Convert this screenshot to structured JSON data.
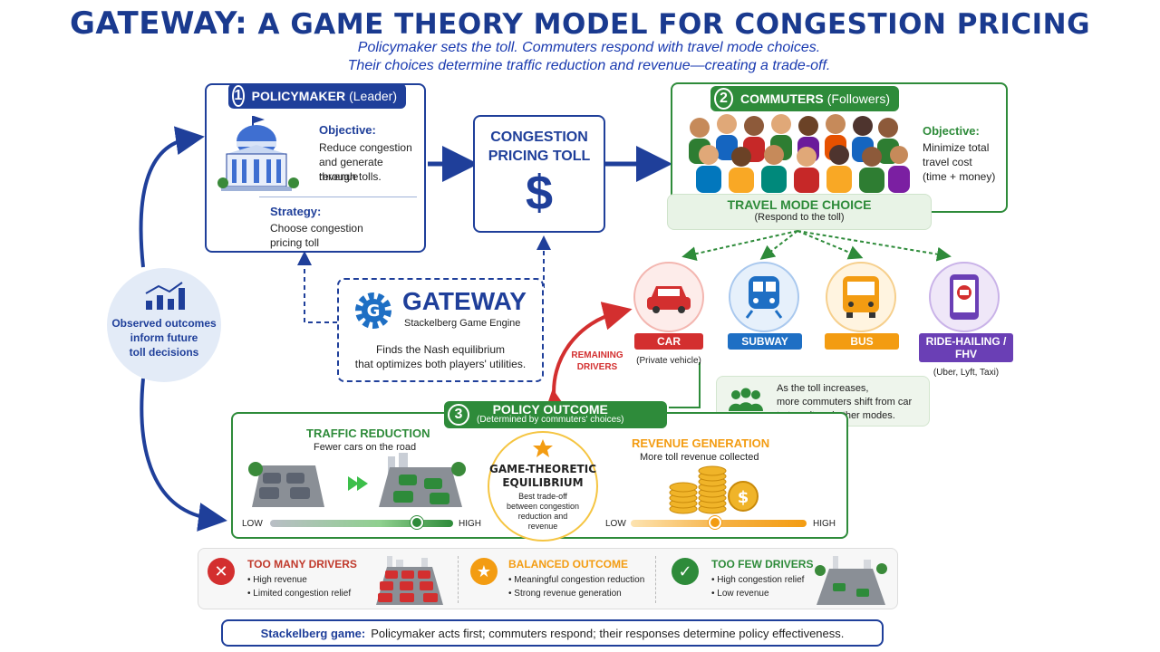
{
  "title": {
    "part1": "GATEWAY:",
    "part2": "A GAME THEORY MODEL FOR CONGESTION PRICING"
  },
  "subtitle": {
    "line1": "Policymaker sets the toll. Commuters respond with travel mode choices.",
    "line2": "Their choices determine traffic reduction and revenue—creating a trade-off."
  },
  "policymaker": {
    "number": "1",
    "heading": "POLICYMAKER",
    "role": "(Leader)",
    "objective_label": "Objective:",
    "objective_text": [
      "Reduce congestion",
      "and generate revenue",
      "through tolls."
    ],
    "strategy_label": "Strategy:",
    "strategy_text": [
      "Choose congestion",
      "pricing toll"
    ]
  },
  "toll": {
    "line1": "CONGESTION",
    "line2": "PRICING TOLL",
    "symbol": "$"
  },
  "commuters": {
    "number": "2",
    "heading": "COMMUTERS",
    "role": "(Followers)",
    "objective_label": "Objective:",
    "objective_text": [
      "Minimize total",
      "travel cost",
      "(time + money)"
    ],
    "mode_choice_title": "TRAVEL MODE CHOICE",
    "mode_choice_sub": "(Respond to the toll)"
  },
  "modes": [
    {
      "label": "CAR",
      "sub": "(Private vehicle)",
      "icon": "car-icon",
      "color": "#d32f2f"
    },
    {
      "label": "SUBWAY",
      "sub": "",
      "icon": "subway-icon",
      "color": "#1e6fc4"
    },
    {
      "label": "BUS",
      "sub": "",
      "icon": "bus-icon",
      "color": "#f39c12"
    },
    {
      "label": "RIDE-HAILING / FHV",
      "sub": "(Uber, Lyft, Taxi)",
      "icon": "phone-icon",
      "color": "#6a3fb5"
    }
  ],
  "shift_note": [
    "As the toll increases,",
    "more commuters shift from car",
    "to transit and other modes."
  ],
  "gateway": {
    "name": "GATEWAY",
    "engine": "Stackelberg Game Engine",
    "desc_line1": "Finds the Nash equilibrium",
    "desc_line2": "that optimizes both players' utilities."
  },
  "feedback": [
    "Observed outcomes",
    "inform future",
    "toll decisions"
  ],
  "remaining_drivers": [
    "REMAINING",
    "DRIVERS"
  ],
  "outcome": {
    "number": "3",
    "heading": "POLICY OUTCOME",
    "sub": "(Determined by commuters' choices)",
    "traffic_title": "TRAFFIC REDUCTION",
    "traffic_sub": "Fewer cars on the road",
    "equilibrium_title": [
      "GAME-THEORETIC",
      "EQUILIBRIUM"
    ],
    "equilibrium_text": [
      "Best trade-off",
      "between congestion",
      "reduction and",
      "revenue"
    ],
    "revenue_title": "REVENUE GENERATION",
    "revenue_sub": "More toll revenue collected",
    "low": "LOW",
    "high": "HIGH",
    "traffic_level": 0.8,
    "revenue_level": 0.48
  },
  "scenarios": [
    {
      "title": "TOO MANY DRIVERS",
      "bullets": [
        "High revenue",
        "Limited congestion relief"
      ],
      "icon": "x-icon",
      "color": "#d32f2f"
    },
    {
      "title": "BALANCED OUTCOME",
      "bullets": [
        "Meaningful congestion reduction",
        "Strong revenue generation"
      ],
      "icon": "star-icon",
      "color": "#f39c12"
    },
    {
      "title": "TOO FEW DRIVERS",
      "bullets": [
        "High congestion relief",
        "Low revenue"
      ],
      "icon": "check-icon",
      "color": "#2e8b3a"
    }
  ],
  "footer": {
    "label": "Stackelberg game:",
    "text": "Policymaker acts first; commuters respond; their responses determine policy effectiveness."
  }
}
